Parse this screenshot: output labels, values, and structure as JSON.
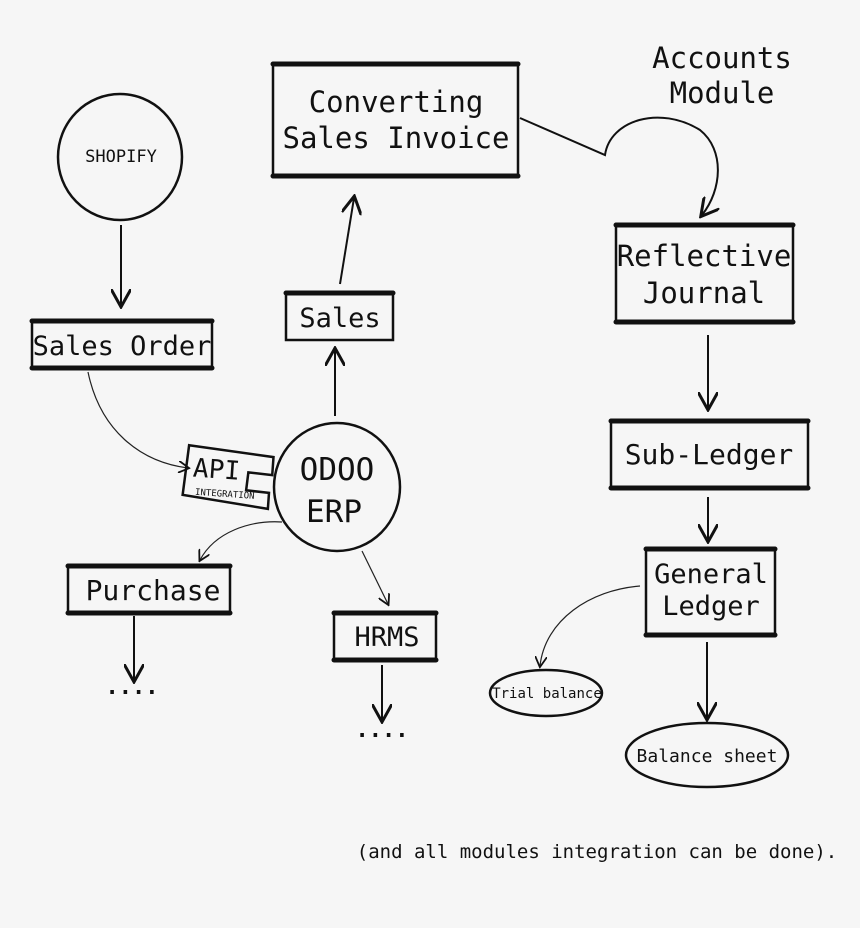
{
  "nodes": {
    "shopify": "SHOPIFY",
    "sales_order": "Sales Order",
    "api": "API",
    "api_sub": "INTEGRATION",
    "odoo_line1": "ODOO",
    "odoo_line2": "ERP",
    "sales": "Sales",
    "converting_line1": "Converting",
    "converting_line2": "Sales Invoice",
    "accounts_line1": "Accounts",
    "accounts_line2": "Module",
    "reflective_line1": "Reflective",
    "reflective_line2": "Journal",
    "sub_ledger": "Sub-Ledger",
    "general_line1": "General",
    "general_line2": "Ledger",
    "trial_balance": "Trial balance",
    "balance_sheet": "Balance sheet",
    "purchase": "Purchase",
    "hrms": "HRMS",
    "purchase_more": "....",
    "hrms_more": "...."
  },
  "footnote": "(and all modules integration can be done)."
}
